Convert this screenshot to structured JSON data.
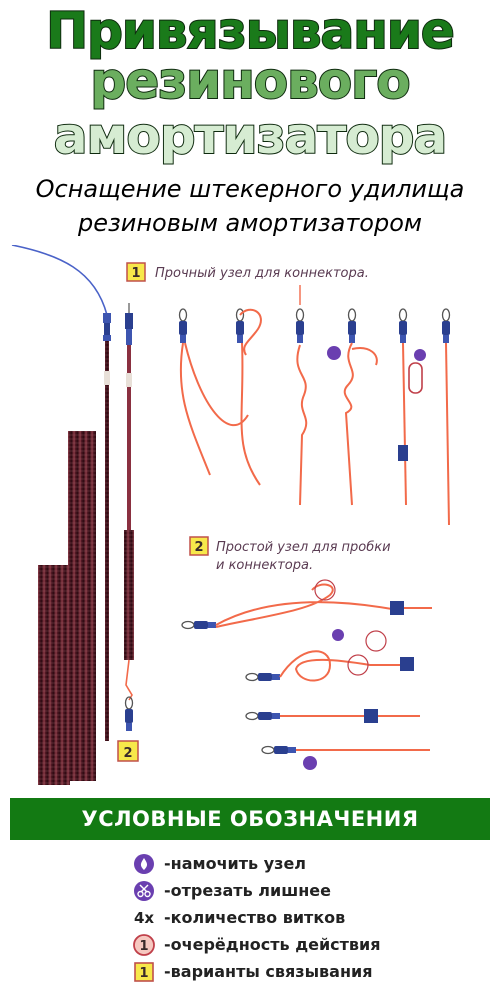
{
  "title": {
    "line1": "Привязывание",
    "line2": "резинового",
    "line3": "амортизатора"
  },
  "subtitle": {
    "line1": "Оснащение штекерного удилища",
    "line2": "резиновым амортизатором"
  },
  "diagram": {
    "section1": {
      "number": "1",
      "label": "Прочный узел для коннектора."
    },
    "section2": {
      "number": "2",
      "label_line1": "Простой узел для пробки",
      "label_line2": "и коннектора."
    },
    "rod_marker": "2",
    "colors": {
      "line": "#f26a4a",
      "connector": "#2a3f8f",
      "rod": "#5a1f2a",
      "outline": "#c8506a"
    }
  },
  "legend": {
    "header": "УСЛОВНЫЕ ОБОЗНАЧЕНИЯ",
    "items": [
      {
        "symbol": "drop-icon",
        "text": "-намочить узел"
      },
      {
        "symbol": "scissors-icon",
        "text": "-отрезать лишнее"
      },
      {
        "symbol": "4x",
        "text": "-количество витков"
      },
      {
        "symbol": "1",
        "text": "-очерёдность действия"
      },
      {
        "symbol": "1",
        "text": "-варианты связывания"
      }
    ]
  }
}
